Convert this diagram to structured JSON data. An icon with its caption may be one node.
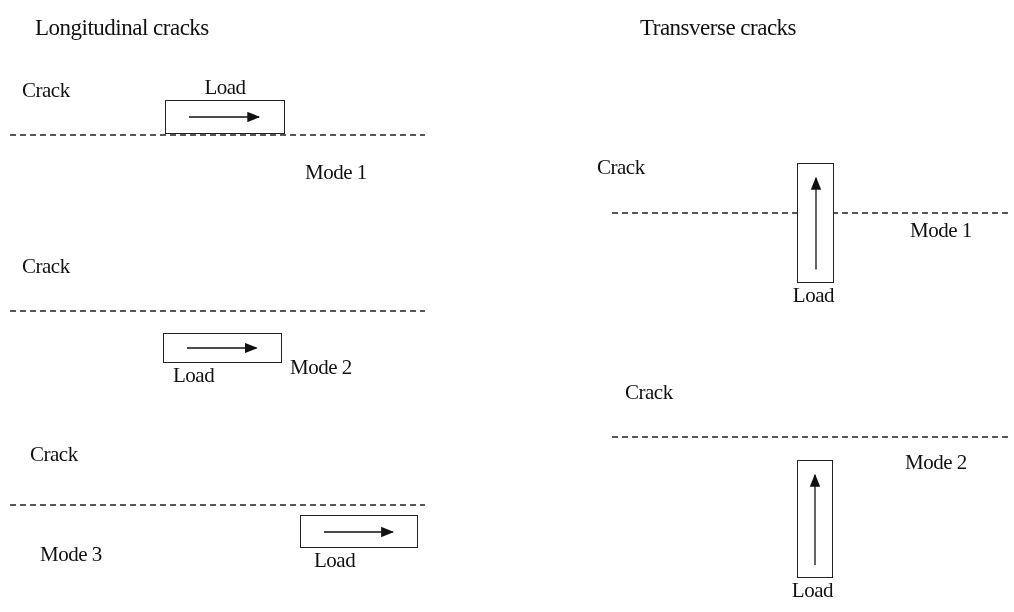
{
  "diagram": {
    "nodes": [
      {
        "text": [
          "Load"
        ]
      },
      {
        "text": [
          "Load"
        ]
      },
      {
        "text": [
          "Load"
        ]
      },
      {
        "text": [
          "Load"
        ]
      },
      {
        "text": [
          "Load"
        ]
      }
    ],
    "labels": [
      "Longitudinal cracks",
      "Transverse cracks",
      "Crack",
      "Mode 1",
      "Crack",
      "Mode 1",
      "Crack",
      "Mode 2",
      "Crack",
      "Mode 2",
      "Crack",
      "Mode 3"
    ]
  }
}
